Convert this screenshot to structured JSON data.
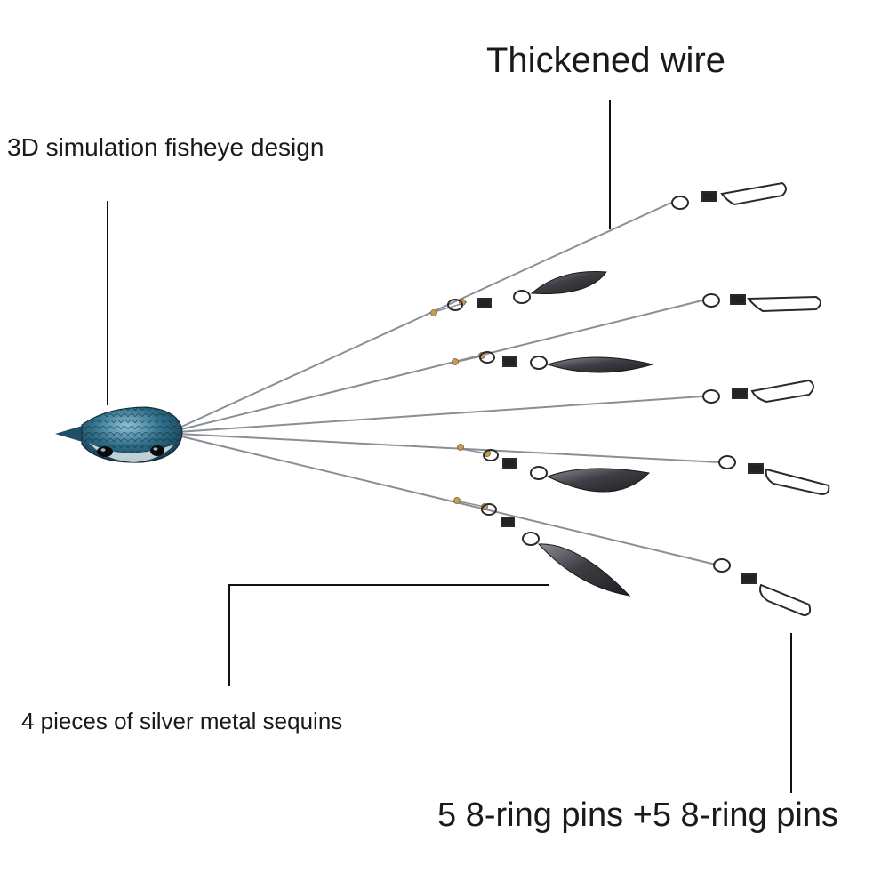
{
  "labels": {
    "thickened_wire": "Thickened wire",
    "fisheye": "3D simulation fisheye design",
    "sequins": "4 pieces of silver metal sequins",
    "pins": "5 8-ring pins +5 8-ring pins"
  },
  "colors": {
    "wire": "#8a8f96",
    "leader": "#222222",
    "blade": "#4a4a4e",
    "head_blue": "#2f6f8a",
    "bead": "#c79a5a"
  }
}
